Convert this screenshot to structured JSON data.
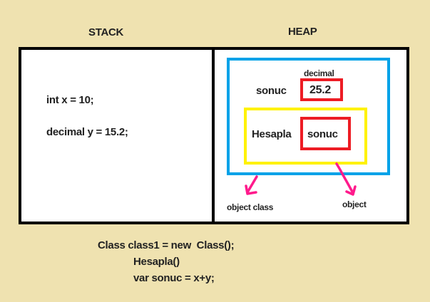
{
  "titles": {
    "stack": "STACK",
    "heap": "HEAP"
  },
  "stack": {
    "lines": [
      "int x = 10;",
      "decimal y = 15.2;"
    ]
  },
  "heap": {
    "field": {
      "type": "decimal",
      "name": "sonuc",
      "value": "25.2"
    },
    "method": {
      "name": "Hesapla",
      "local_var": "sonuc"
    },
    "annotations": {
      "object_class": "object class",
      "object": "object"
    }
  },
  "code_below": [
    "Class class1 = new  Class();",
    "Hesapla()",
    "var sonuc = x+y;"
  ],
  "colors": {
    "background": "#efe2b0",
    "outer_border": "#000000",
    "object_box": "#00a2e8",
    "method_box": "#fff200",
    "variable_box": "#ed1c24",
    "arrow": "#ff1a8c"
  }
}
